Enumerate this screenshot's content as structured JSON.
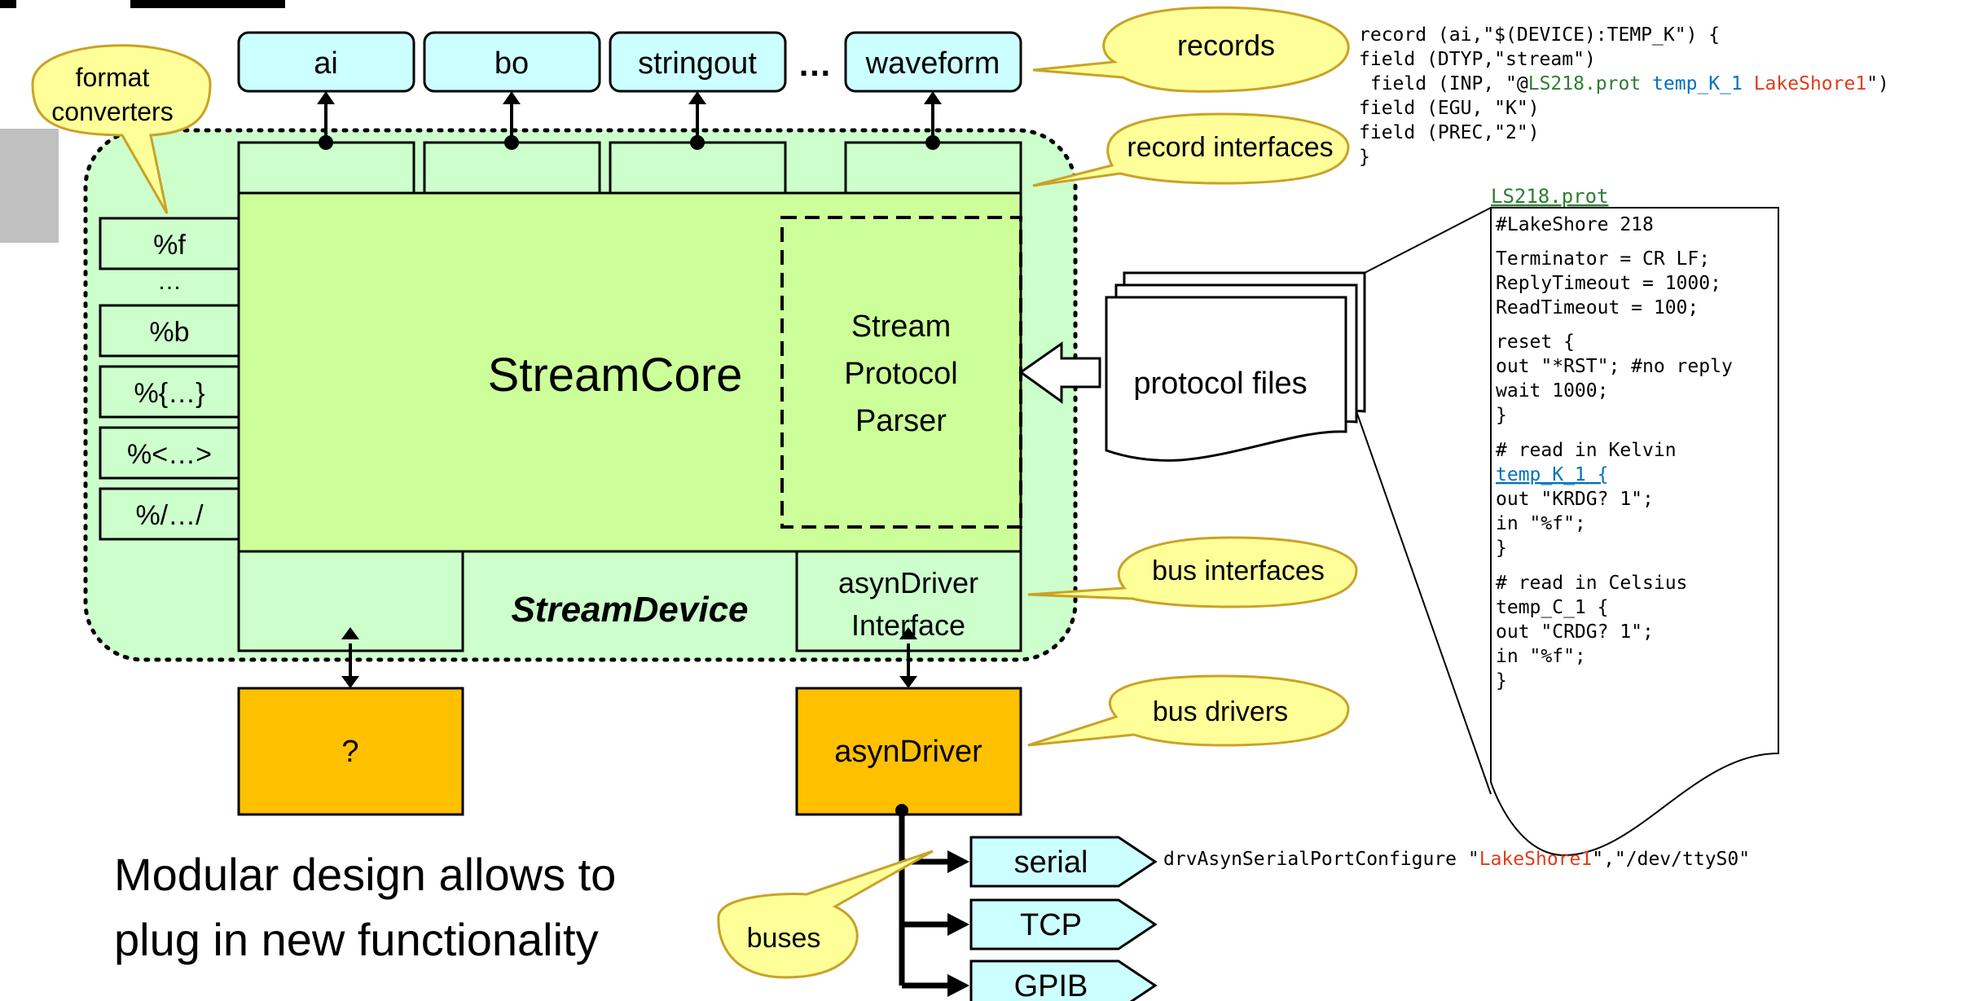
{
  "records": {
    "items": [
      "ai",
      "bo",
      "stringout",
      "waveform"
    ],
    "ellipsis": "…"
  },
  "callouts": {
    "records": "records",
    "record_interfaces": "record interfaces",
    "format_converters_line1": "format",
    "format_converters_line2": "converters",
    "bus_interfaces": "bus interfaces",
    "bus_drivers": "bus drivers",
    "buses": "buses"
  },
  "converters": {
    "items": [
      "%f",
      "…",
      "%b",
      "%{…}",
      "%<…>",
      "%/…/"
    ]
  },
  "core": {
    "title": "StreamCore",
    "parser_line1": "Stream",
    "parser_line2": "Protocol",
    "parser_line3": "Parser",
    "device_label": "StreamDevice",
    "asyn_iface_line1": "asynDriver",
    "asyn_iface_line2": "Interface"
  },
  "drivers": {
    "unknown": "?",
    "asyn": "asynDriver"
  },
  "buses": {
    "items": [
      "serial",
      "TCP",
      "GPIB"
    ]
  },
  "protocol_files": {
    "label": "protocol files",
    "file_name": "LS218.prot",
    "lines": [
      "#LakeShore 218",
      "Terminator = CR LF;",
      "ReplyTimeout = 1000;",
      "ReadTimeout = 100;",
      "reset {",
      " out \"*RST\"; #no reply",
      " wait 1000;",
      "}",
      "# read in Kelvin",
      "temp_K_1 {",
      " out \"KRDG? 1\";",
      " in \"%f\";",
      "}",
      "# read in Celsius",
      "temp_C_1 {",
      " out \"CRDG? 1\";",
      " in \"%f\";",
      "}"
    ]
  },
  "record_code": {
    "line1": "record (ai,\"$(DEVICE):TEMP_K\") {",
    "line2": " field (DTYP,\"stream\")",
    "line3_a": " field (INP, \"@",
    "line3_b": "LS218.prot",
    "line3_c": " ",
    "line3_d": "temp_K_1",
    "line3_e": " ",
    "line3_f": "LakeShore1",
    "line3_g": "\")",
    "line4": " field (EGU, \"K\")",
    "line5": " field (PREC,\"2\")",
    "line6": "}"
  },
  "serial_config": {
    "part_a": "drvAsynSerialPortConfigure \"",
    "part_b": "LakeShore1",
    "part_c": "\",\"/dev/ttyS0\""
  },
  "caption": {
    "line1": "Modular design allows to",
    "line2": "plug in new functionality"
  },
  "colors": {
    "record_fill": "#ccffff",
    "outer_fill": "#ccffcc",
    "core_fill": "#ccff99",
    "iface_fill": "#ccffcc",
    "driver_fill": "#ffc000",
    "callout_fill": "#ffff99",
    "callout_stroke": "#c9a227",
    "green_text": "#2e7d32",
    "blue_text": "#0070c0",
    "red_text": "#e03c1a"
  }
}
